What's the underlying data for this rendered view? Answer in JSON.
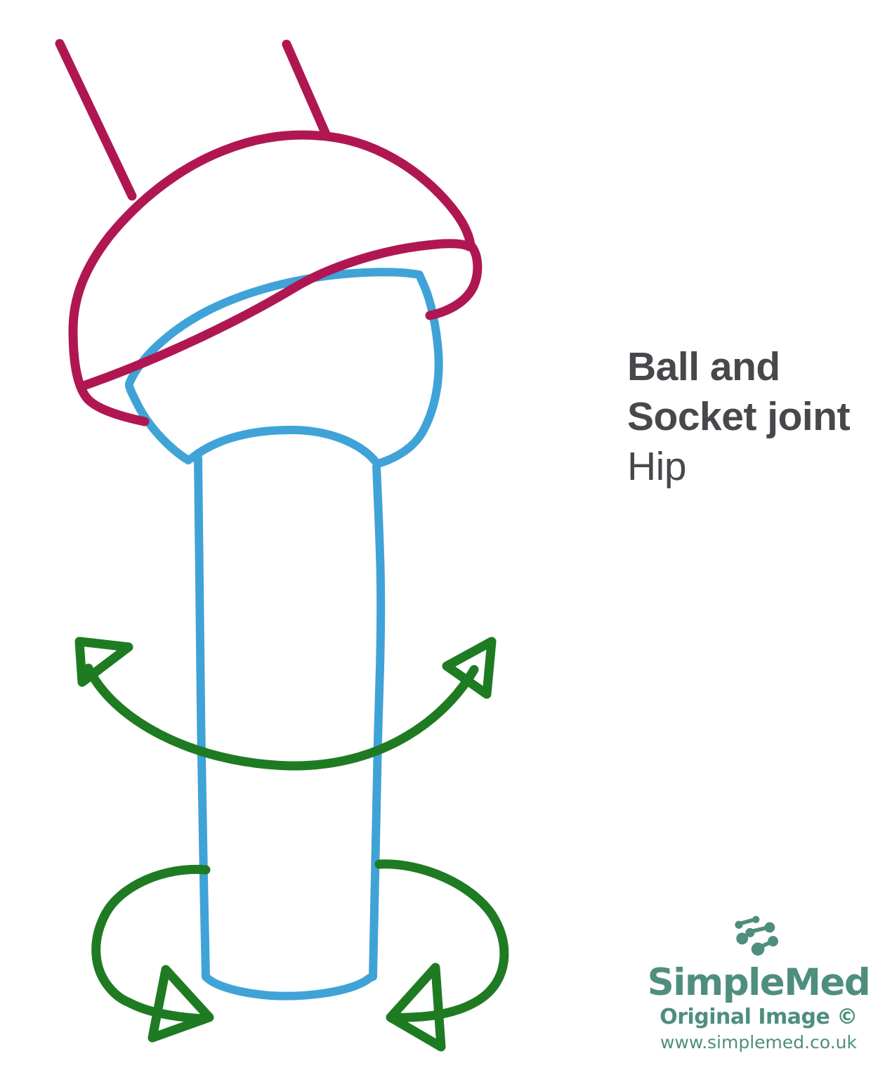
{
  "title": {
    "line1": "Ball and",
    "line2": "Socket joint",
    "subtitle": "Hip"
  },
  "logo": {
    "name": "SimpleMed",
    "tagline": "Original Image ©",
    "url": "www.simplemed.co.uk",
    "icon": "molecule-dots-icon"
  },
  "colors": {
    "socket_maroon": "#b01752",
    "femur_blue": "#3fa3d8",
    "arrow_green": "#1e7b22",
    "text_gray": "#48484c",
    "logo_teal": "#4f8e7e",
    "background": "#ffffff"
  }
}
